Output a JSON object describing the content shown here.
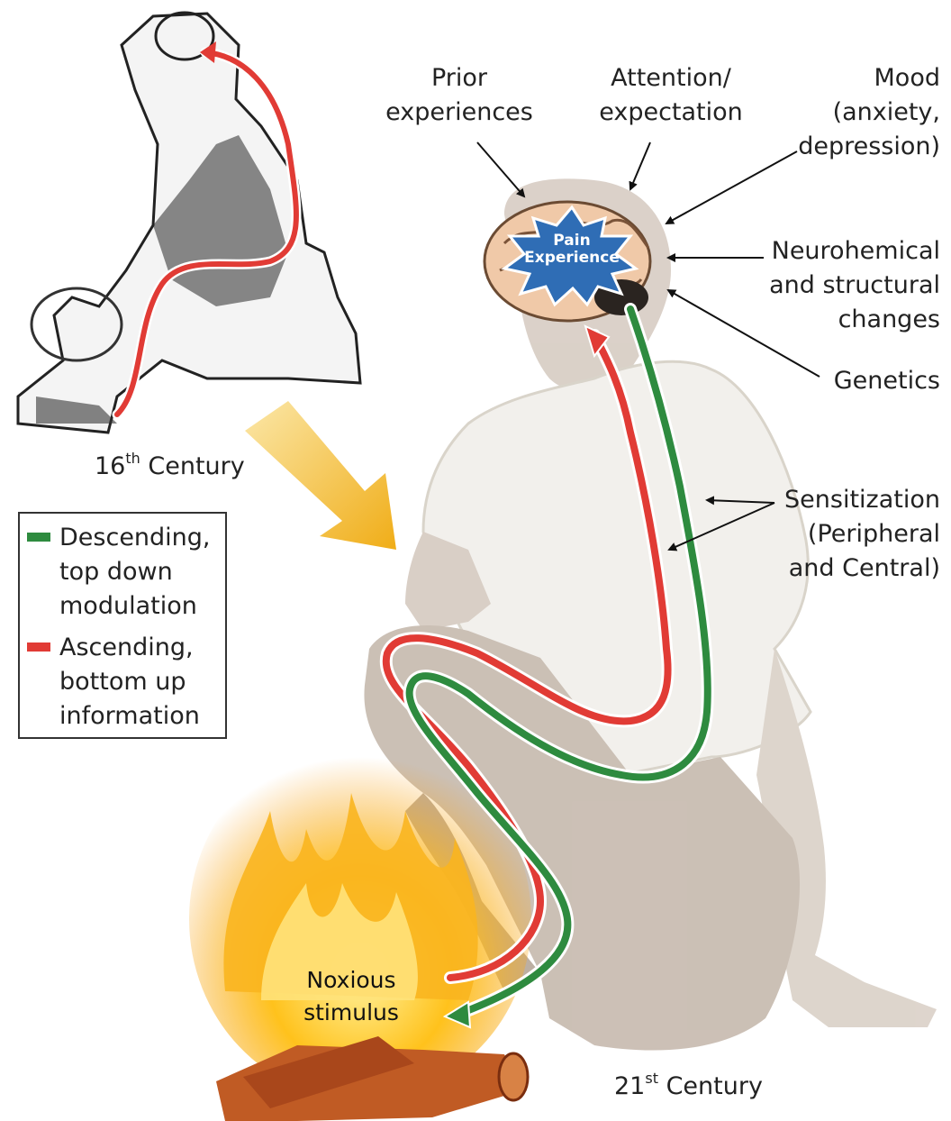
{
  "colors": {
    "ascending": "#e13b35",
    "descending": "#2e8b3f",
    "pain_burst": "#2f6db5",
    "arrow_yellow": "#f2b21e",
    "flame": "#f7a81b"
  },
  "labels": {
    "prior": [
      "Prior",
      "experiences"
    ],
    "attention": [
      "Attention/",
      "expectation"
    ],
    "mood": [
      "Mood",
      "(anxiety,",
      "depression)"
    ],
    "neuro": [
      "Neurohemical",
      "and structural",
      "changes"
    ],
    "genetics": "Genetics",
    "sensitization": [
      "Sensitization",
      "(Peripheral",
      "and Central)"
    ],
    "pain": [
      "Pain",
      "Experience"
    ],
    "noxious": [
      "Noxious",
      "stimulus"
    ],
    "century16_num": "16",
    "century16_sup": "th",
    "century16_word": "Century",
    "century21_num": "21",
    "century21_sup": "st",
    "century21_word": "Century"
  },
  "legend": {
    "descending": [
      "Descending,",
      "top down",
      "modulation"
    ],
    "ascending": [
      "Ascending,",
      "bottom up",
      "information"
    ]
  }
}
